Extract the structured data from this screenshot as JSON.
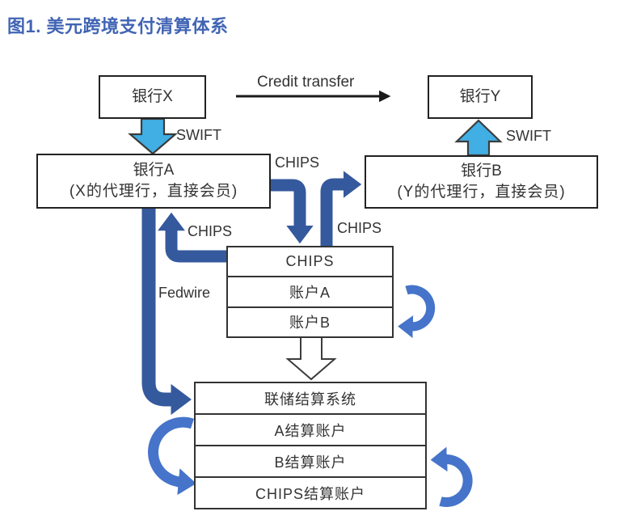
{
  "title": "图1. 美元跨境支付清算体系",
  "colors": {
    "title": "#4164b4",
    "text": "#333333",
    "dark_arrow": "#35599d",
    "light_arrow": "#4674ca",
    "swift_fill": "#41aee4",
    "outline": "#3c3c3c"
  },
  "nodes": {
    "bank_x": {
      "label": "银行X"
    },
    "bank_y": {
      "label": "银行Y"
    },
    "bank_a": {
      "line1": "银行A",
      "line2": "(X的代理行，直接会员)"
    },
    "bank_b": {
      "line1": "银行B",
      "line2": "(Y的代理行，直接会员)"
    },
    "chips_stack": {
      "rows": [
        "CHIPS",
        "账户A",
        "账户B"
      ]
    },
    "fed_stack": {
      "rows": [
        "联储结算系统",
        "A结算账户",
        "B结算账户",
        "CHIPS结算账户"
      ]
    }
  },
  "labels": {
    "credit_transfer": "Credit transfer",
    "swift_left": "SWIFT",
    "swift_right": "SWIFT",
    "chips_a_to_system": "CHIPS",
    "chips_system_to_b": "CHIPS",
    "chips_system_to_a": "CHIPS",
    "fedwire": "Fedwire"
  }
}
